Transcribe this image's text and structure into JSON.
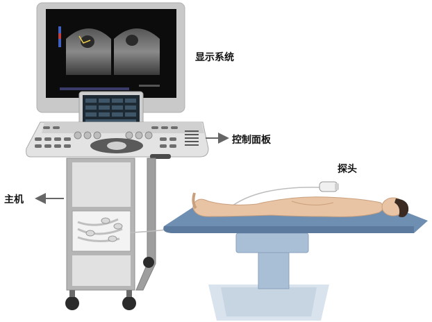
{
  "labels": {
    "display_system": "显示系统",
    "control_panel": "控制面板",
    "probe": "探头",
    "host": "主机"
  },
  "colors": {
    "monitor_frame": "#c9c9c9",
    "screen": "#0c0c0c",
    "cart": "#c8c8c8",
    "table_top": "#6f8fb2",
    "table_base": "#a9bfd6",
    "skin": "#e9c4a4",
    "arrow": "#666666"
  }
}
